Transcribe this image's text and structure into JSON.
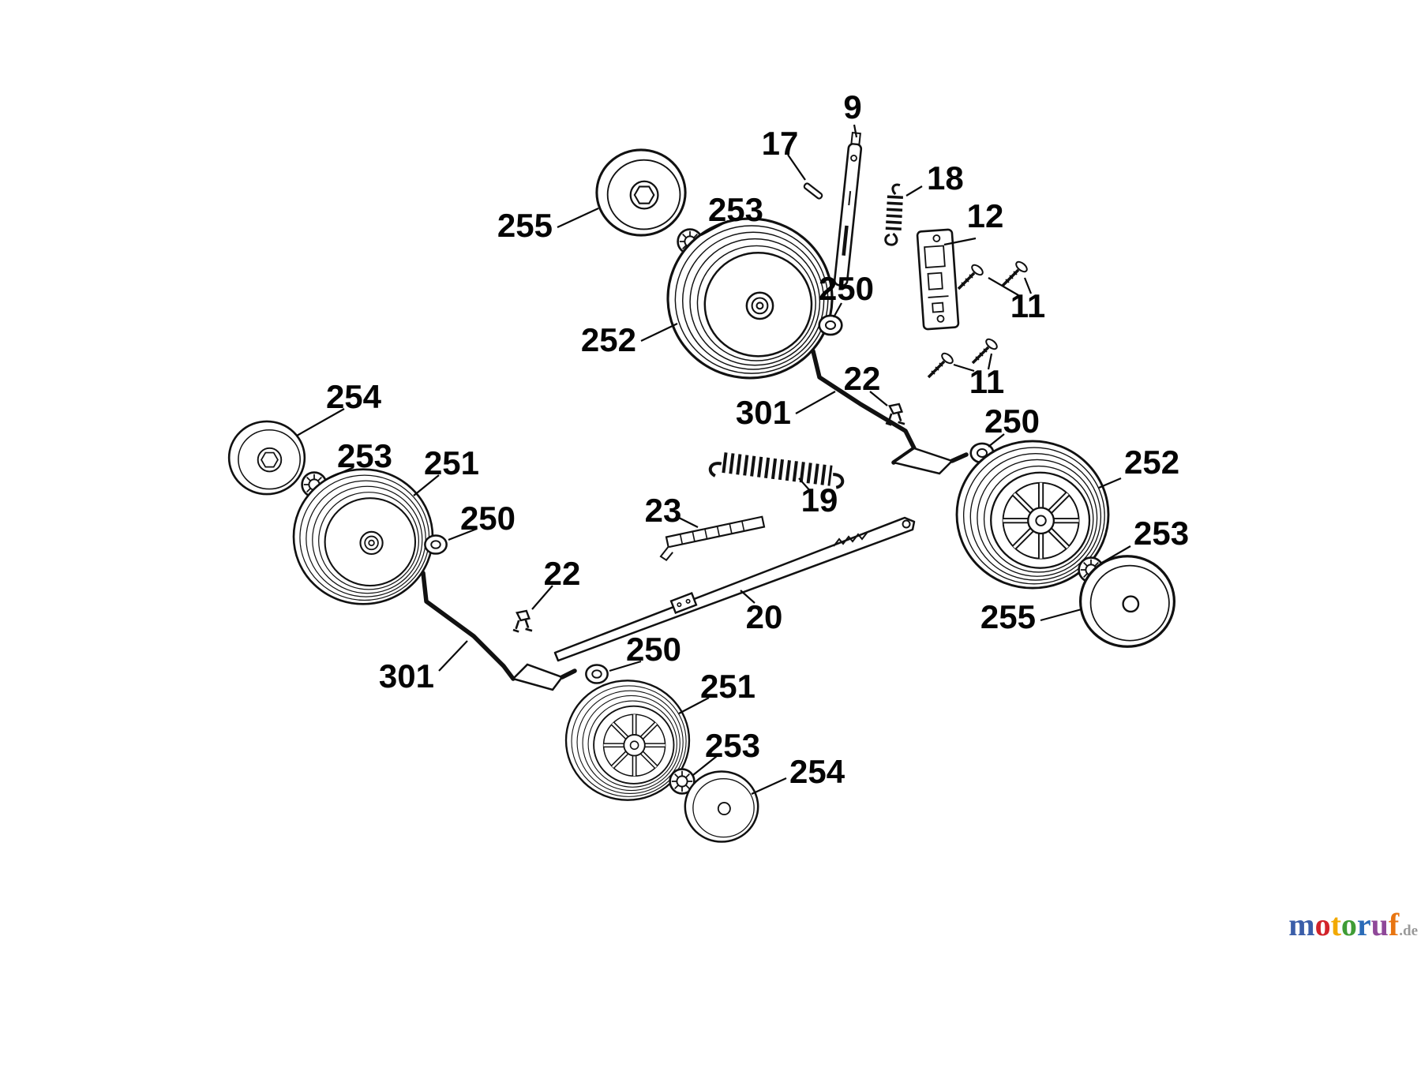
{
  "parts": {
    "9": "9",
    "11": "11",
    "12": "12",
    "17": "17",
    "18": "18",
    "19": "19",
    "20": "20",
    "22": "22",
    "23": "23",
    "250": "250",
    "251": "251",
    "252": "252",
    "253": "253",
    "254": "254",
    "255": "255",
    "301": "301"
  },
  "watermark": {
    "letters": [
      {
        "ch": "m",
        "color": "#3b5ea9"
      },
      {
        "ch": "o",
        "color": "#d2232a"
      },
      {
        "ch": "t",
        "color": "#f2a900"
      },
      {
        "ch": "o",
        "color": "#3f9c35"
      },
      {
        "ch": "r",
        "color": "#2b6cb8"
      },
      {
        "ch": "u",
        "color": "#8f4899"
      },
      {
        "ch": "f",
        "color": "#e87511"
      }
    ],
    "suffix": {
      "ch": ".de",
      "color": "#999999"
    }
  }
}
